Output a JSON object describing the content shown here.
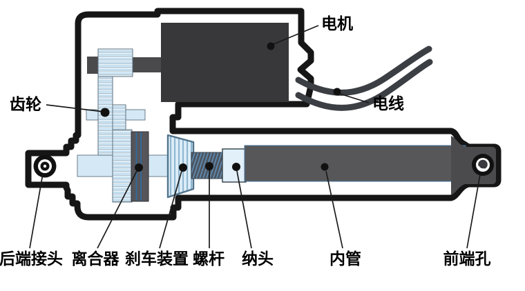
{
  "diagram": {
    "labels": {
      "motor": "电机",
      "wire": "电线",
      "gear": "齿轮",
      "rear_connector": "后端接头",
      "clutch": "离合器",
      "brake": "刹车装置",
      "screw": "螺杆",
      "nut": "纳头",
      "inner_tube": "内管",
      "front_hole": "前端孔"
    },
    "colors": {
      "outline": "#161616",
      "motor": "#38383a",
      "shaft_gray": "#4a4a4d",
      "inner_tube": "#57575a",
      "front_block": "#4b4b4e",
      "light_blue": "#d4e8f5",
      "nut_blue": "#e2f0f9",
      "stripe_blue": "#bedcef",
      "clutch_dark": "#55555a",
      "clutch_line": "#2e6da6",
      "hatch_blue": "#5f8fb8",
      "wire": "#3b3f44",
      "label_text": "#000000"
    }
  }
}
